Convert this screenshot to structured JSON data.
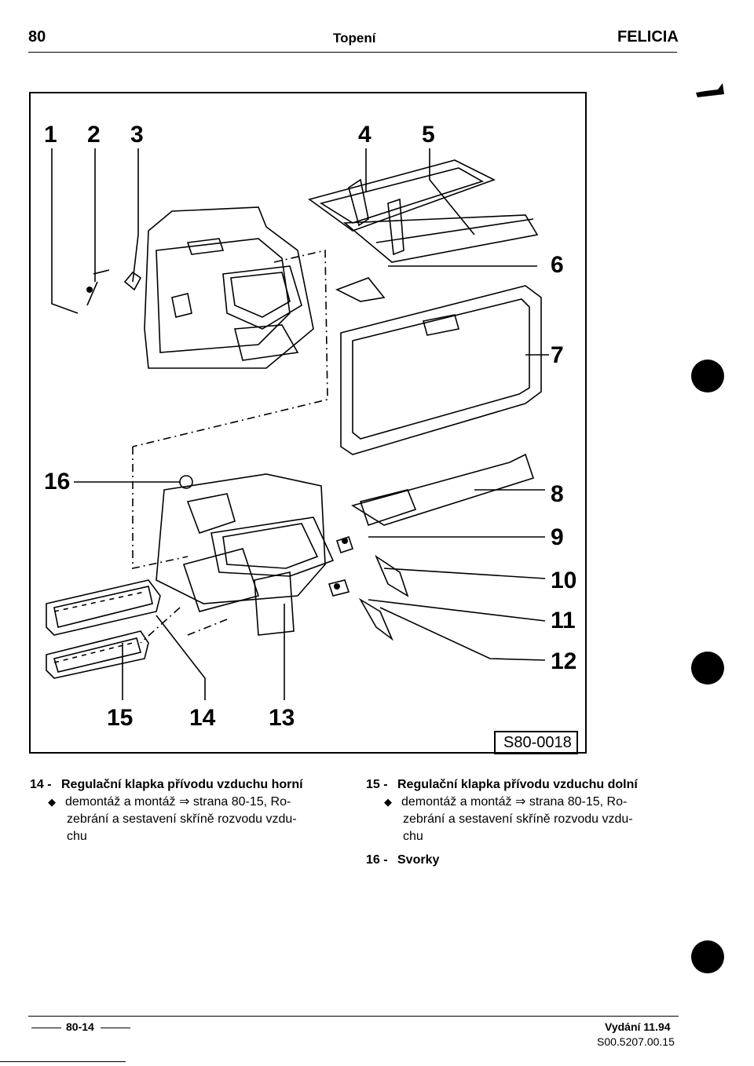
{
  "header": {
    "page_number": "80",
    "section": "Topení",
    "model": "FELICIA"
  },
  "figure": {
    "code": "S80-0018",
    "callouts": [
      "1",
      "2",
      "3",
      "4",
      "5",
      "6",
      "7",
      "16",
      "8",
      "9",
      "10",
      "11",
      "12",
      "15",
      "14",
      "13"
    ]
  },
  "legend": {
    "item14": {
      "number": "14 -",
      "title": "Regulační klapka přívodu vzduchu horní",
      "bullet_line1": "demontáž a montáž ⇒ strana 80-15, Ro-",
      "bullet_line2": "zebrání a sestavení skříně rozvodu vzdu-",
      "bullet_line3": "chu"
    },
    "item15": {
      "number": "15 -",
      "title": "Regulační klapka přívodu vzduchu dolní",
      "bullet_line1": "demontáž a montáž ⇒ strana 80-15, Ro-",
      "bullet_line2": "zebrání a sestavení skříně rozvodu vzdu-",
      "bullet_line3": "chu"
    },
    "item16": {
      "number": "16 -",
      "title": "Svorky"
    }
  },
  "footer": {
    "page_ref": "80-14",
    "edition": "Vydání 11.94",
    "doc_code": "S00.5207.00.15"
  }
}
